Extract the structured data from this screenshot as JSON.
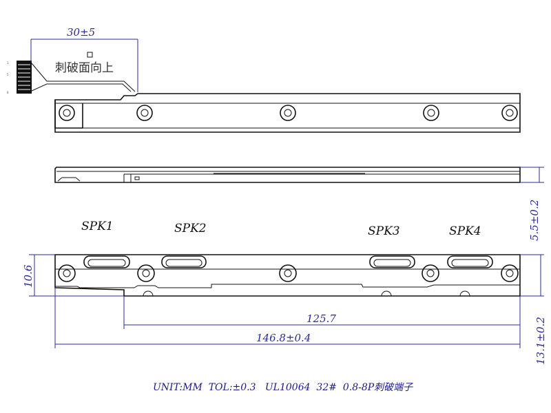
{
  "dimensions": {
    "wire_length": "30±5",
    "thickness": "5.5±0.2",
    "height_left": "10.6",
    "width_total": "13.1±0.2",
    "length_inner": "125.7",
    "length_total": "146.8±0.4"
  },
  "annotations": {
    "face_up_note": "刺破面向上",
    "speakers": [
      "SPK1",
      "SPK2",
      "SPK3",
      "SPK4"
    ]
  },
  "footer_note": "UNIT:MM  TOL:±0.3   UL10064  32#  0.8-8P刺破端子",
  "colors": {
    "dimension": "#2a2a9a",
    "outline": "#111111"
  }
}
